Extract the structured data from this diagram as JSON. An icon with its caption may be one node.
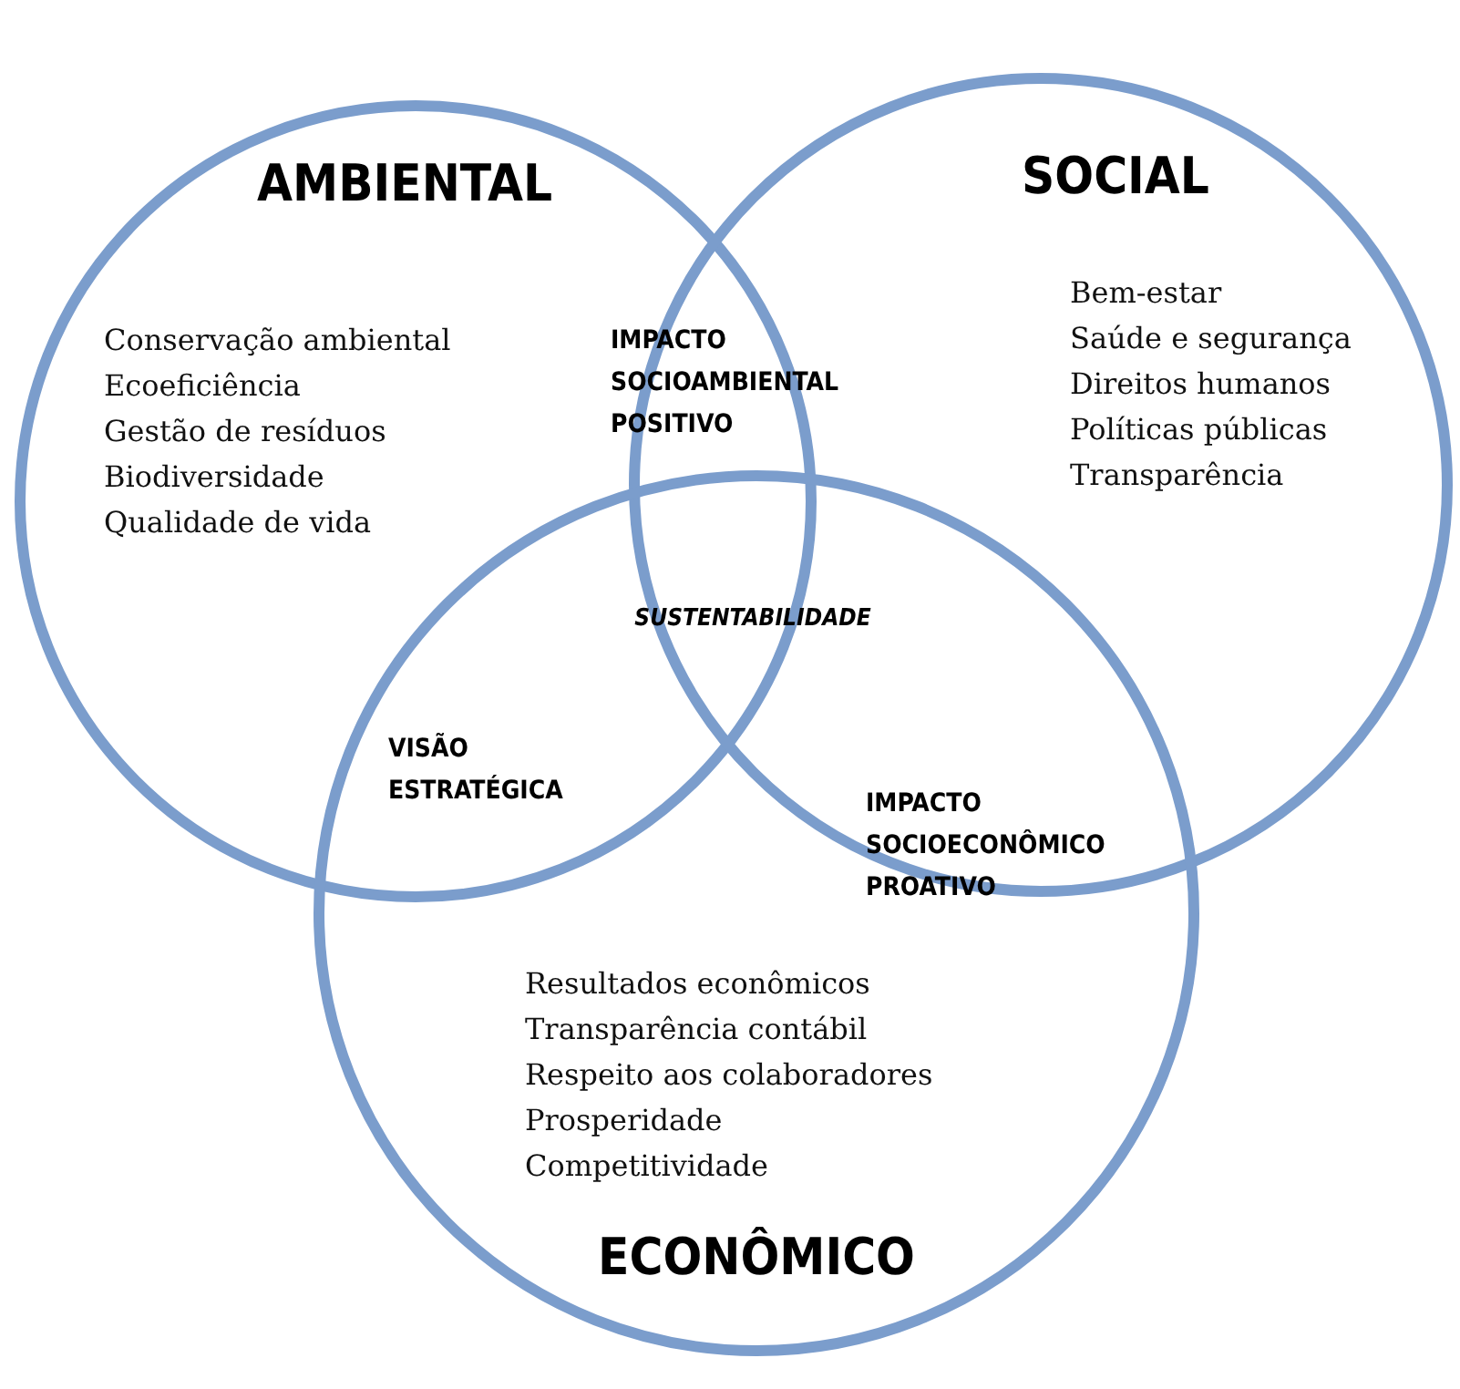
{
  "diagram": {
    "nodes": [
      {
        "text": [
          "AMBIENTAL",
          "Conservação ambiental",
          "Ecoeficiência",
          "Gestão de resíduos",
          "Biodiversidade",
          "Qualidade de vida"
        ]
      },
      {
        "text": [
          "SOCIAL",
          "Bem-estar",
          "Saúde e segurança",
          "Direitos humanos",
          "Políticas públicas",
          "Transparência"
        ]
      },
      {
        "text": [
          "Resultados econômicos",
          "Transparência contábil",
          "Respeito aos colaboradores",
          "Prosperidade",
          "Competitividade",
          "ECONÔMICO"
        ]
      }
    ],
    "labels": [
      "IMPACTO SOCIOAMBIENTAL POSITIVO",
      "SUSTENTABILIDADE",
      "VISÃO ESTRATÉGICA",
      "IMPACTO SOCIOECONÔMICO PROATIVO"
    ]
  }
}
